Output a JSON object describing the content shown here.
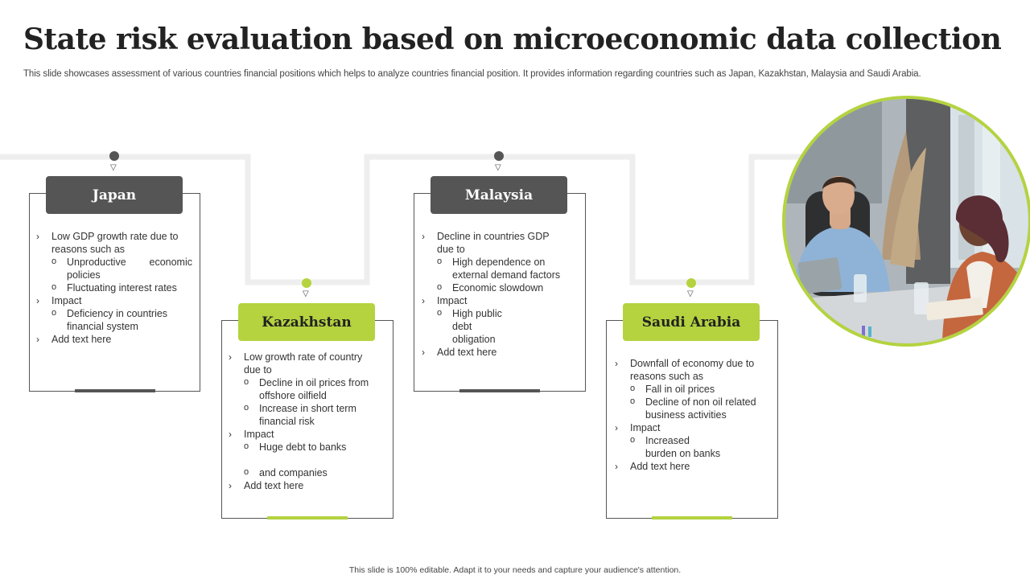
{
  "title": "State risk evaluation based on microeconomic data collection",
  "subtitle": "This slide showcases assessment of various countries financial positions which helps to analyze countries financial position. It provides information regarding countries such as Japan, Kazakhstan, Malaysia and Saudi Arabia.",
  "footer": "This slide is 100% editable.  Adapt it to your needs and capture your audience's attention.",
  "colors": {
    "dark": "#555555",
    "accent": "#b4d33f",
    "line": "#eeeeee"
  },
  "cards": [
    {
      "name": "Japan",
      "style": "dark",
      "points": [
        {
          "text": "Low GDP growth rate due to reasons such as",
          "sub": [
            "Unproductive  economic policies",
            "Fluctuating interest rates"
          ]
        },
        {
          "text": "Impact",
          "sub": [
            "Deficiency in countries financial system"
          ]
        },
        {
          "text": "Add text here",
          "sub": []
        }
      ]
    },
    {
      "name": "Kazakhstan",
      "style": "green",
      "points": [
        {
          "text": "Low growth rate of country due to",
          "sub": [
            "Decline in oil prices from offshore oilfield",
            "Increase in short term financial risk"
          ]
        },
        {
          "text": "Impact",
          "sub": [
            "Huge debt to banks",
            "and companies"
          ]
        },
        {
          "text": "Add text here",
          "sub": []
        }
      ]
    },
    {
      "name": "Malaysia",
      "style": "dark",
      "points": [
        {
          "text": "Decline in countries GDP due to",
          "sub": [
            "High dependence on external demand factors",
            "Economic slowdown"
          ]
        },
        {
          "text": "Impact",
          "sub": [
            "High public debt obligation"
          ]
        },
        {
          "text": "Add text here",
          "sub": []
        }
      ]
    },
    {
      "name": "Saudi Arabia",
      "style": "green",
      "points": [
        {
          "text": "Downfall  of economy due to reasons such as",
          "sub": [
            "Fall in oil prices",
            "Decline of non oil related business activities"
          ]
        },
        {
          "text": "Impact",
          "sub": [
            "Increased burden on banks"
          ]
        },
        {
          "text": "Add text here",
          "sub": []
        }
      ]
    }
  ]
}
